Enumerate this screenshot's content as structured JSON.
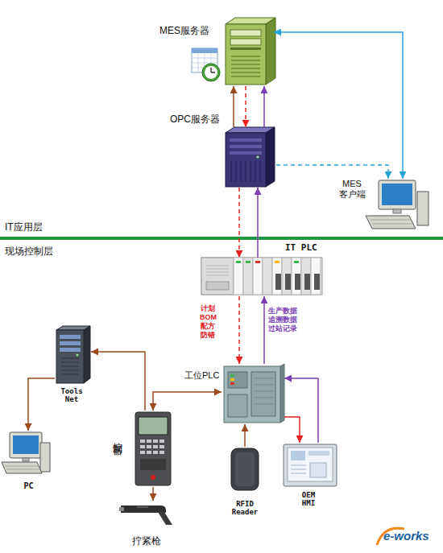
{
  "diagram": {
    "nodes": [
      {
        "text": [
          "MES服务器"
        ]
      },
      {
        "text": [
          "OPC服务器"
        ]
      },
      {
        "text": [
          "MES 客户端"
        ]
      },
      {
        "text": [
          "IT PLC"
        ]
      },
      {
        "text": [
          "Tools Net"
        ]
      },
      {
        "text": [
          "工位PLC"
        ]
      },
      {
        "text": [
          "控制器"
        ]
      },
      {
        "text": [
          "PC"
        ]
      },
      {
        "text": [
          "RFID Reader"
        ]
      },
      {
        "text": [
          "OEM HMI"
        ]
      },
      {
        "text": [
          "拧紧枪"
        ]
      }
    ],
    "edges": [
      {
        "from": 0,
        "to": 2,
        "arrow": "both"
      },
      {
        "from": 1,
        "to": 2,
        "arrow": "to"
      },
      {
        "from": 1,
        "to": 0,
        "arrow": "to"
      },
      {
        "from": 0,
        "to": 1,
        "arrow": "to"
      },
      {
        "from": 1,
        "to": 0,
        "arrow": "to"
      },
      {
        "from": 1,
        "to": 3,
        "arrow": "to"
      },
      {
        "from": 3,
        "to": 1,
        "arrow": "to"
      },
      {
        "from": 3,
        "to": 5,
        "label": "计划 BOM 配方 防错",
        "arrow": "to"
      },
      {
        "from": 5,
        "to": 3,
        "label": "生产数据 追溯数据 过站记录",
        "arrow": "to"
      },
      {
        "from": 6,
        "to": 5,
        "arrow": "both"
      },
      {
        "from": 6,
        "to": 4,
        "arrow": "to"
      },
      {
        "from": 4,
        "to": 7,
        "arrow": "to"
      },
      {
        "from": 6,
        "to": 10,
        "arrow": "to"
      },
      {
        "from": 8,
        "to": 5,
        "arrow": "to"
      },
      {
        "from": 5,
        "to": 9,
        "arrow": "to"
      },
      {
        "from": 9,
        "to": 5,
        "arrow": "to"
      }
    ],
    "labels": [
      "IT应用层",
      "现场控制层",
      "e-works"
    ]
  }
}
